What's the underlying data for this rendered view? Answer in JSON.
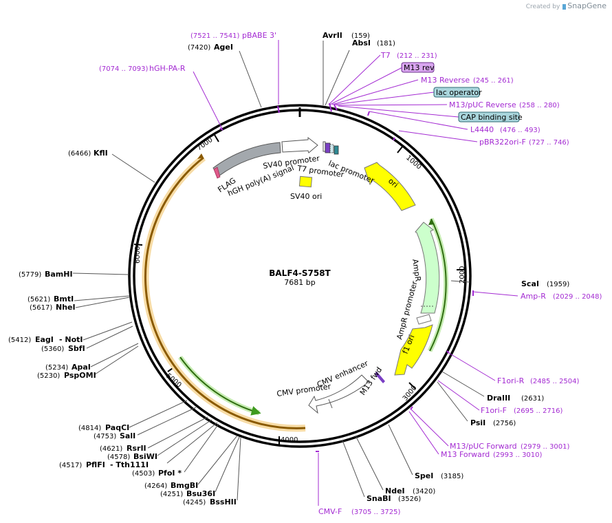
{
  "header": {
    "created_by": "Created by",
    "brand": "SnapGene"
  },
  "plasmid": {
    "name": "BALF4-S758T",
    "length_label": "7681 bp"
  },
  "ticks": [
    "1000",
    "2000",
    "3000",
    "4000",
    "5000",
    "6000",
    "7000"
  ],
  "features": {
    "sv40_promoter": "SV40 promoter",
    "t7_promoter": "T7 promoter",
    "lac_promoter": "lac promoter",
    "flag": "FLAG",
    "hgh_polya": "hGH poly(A) signal",
    "sv40_ori": "SV40 ori",
    "ori": "ori",
    "ampr": "AmpR",
    "ampr_promoter": "AmpR promoter",
    "f1_ori": "f1 ori",
    "m13_fwd": "M13 fwd",
    "cmv_enhancer": "CMV enhancer",
    "cmv_promoter": "CMV promoter"
  },
  "sites_right": [
    {
      "name": "AvrII",
      "pos": "(159)"
    },
    {
      "name": "AbsI",
      "pos": "(181)"
    },
    {
      "name": "ScaI",
      "pos": "(1959)"
    },
    {
      "name": "DraIII",
      "pos": "(2631)"
    },
    {
      "name": "PsiI",
      "pos": "(2756)"
    },
    {
      "name": "SpeI",
      "pos": "(3185)"
    },
    {
      "name": "NdeI",
      "pos": "(3420)"
    },
    {
      "name": "SnaBI",
      "pos": "(3526)"
    }
  ],
  "sites_left": [
    {
      "name": "AgeI",
      "pos": "(7420)"
    },
    {
      "name": "KflI",
      "pos": "(6466)"
    },
    {
      "name": "BamHI",
      "pos": "(5779)"
    },
    {
      "name": "BmtI",
      "pos": "(5621)"
    },
    {
      "name": "NheI",
      "pos": "(5617)"
    },
    {
      "name": "EagI",
      "pos": "(5412)",
      "extra": "- NotI"
    },
    {
      "name": "SbfI",
      "pos": "(5360)"
    },
    {
      "name": "ApaI",
      "pos": "(5234)"
    },
    {
      "name": "PspOMI",
      "pos": "(5230)"
    },
    {
      "name": "PaqCI",
      "pos": "(4814)"
    },
    {
      "name": "SalI",
      "pos": "(4753)"
    },
    {
      "name": "RsrII",
      "pos": "(4621)"
    },
    {
      "name": "BsiWI",
      "pos": "(4578)"
    },
    {
      "name": "PflFI",
      "pos": "(4517)",
      "extra": "- Tth111I"
    },
    {
      "name": "PfoI *",
      "pos": "(4503)"
    },
    {
      "name": "BmgBI",
      "pos": "(4264)"
    },
    {
      "name": "Bsu36I",
      "pos": "(4251)"
    },
    {
      "name": "BssHII",
      "pos": "(4245)"
    }
  ],
  "primers": [
    {
      "name": "pBABE 3'",
      "pos": "(7521 .. 7541)"
    },
    {
      "name": "hGH-PA-R",
      "pos": "(7074 .. 7093)"
    },
    {
      "name": "T7",
      "pos": "(212 .. 231)"
    },
    {
      "name": "M13 Reverse",
      "pos": "(245 .. 261)"
    },
    {
      "name": "M13/pUC Reverse",
      "pos": "(258 .. 280)"
    },
    {
      "name": "L4440",
      "pos": "(476 .. 493)"
    },
    {
      "name": "pBR322ori-F",
      "pos": "(727 .. 746)"
    },
    {
      "name": "Amp-R",
      "pos": "(2029 .. 2048)"
    },
    {
      "name": "F1ori-R",
      "pos": "(2485 .. 2504)"
    },
    {
      "name": "F1ori-F",
      "pos": "(2695 .. 2716)"
    },
    {
      "name": "M13/pUC Forward",
      "pos": "(2979 .. 3001)"
    },
    {
      "name": "M13 Forward",
      "pos": "(2993 .. 3010)"
    },
    {
      "name": "CMV-F",
      "pos": "(3705 .. 3725)"
    }
  ],
  "boxed_labels": [
    {
      "text": "M13 rev",
      "fill": "#d9a6f0",
      "stroke": "#6a2f8a"
    },
    {
      "text": "lac operator",
      "fill": "#a9d5dc",
      "stroke": "#2f6a74"
    },
    {
      "text": "CAP binding site",
      "fill": "#a9d5dc",
      "stroke": "#2f6a74"
    }
  ],
  "colors": {
    "backbone": "#000000",
    "primer": "#a32ad2",
    "ori_fill": "#ffff00",
    "ampr_fill": "#ccffcc",
    "orange_arc": "#f2c063",
    "green_arc": "#3e9b1e",
    "hgh_fill": "#a3a8ad"
  }
}
